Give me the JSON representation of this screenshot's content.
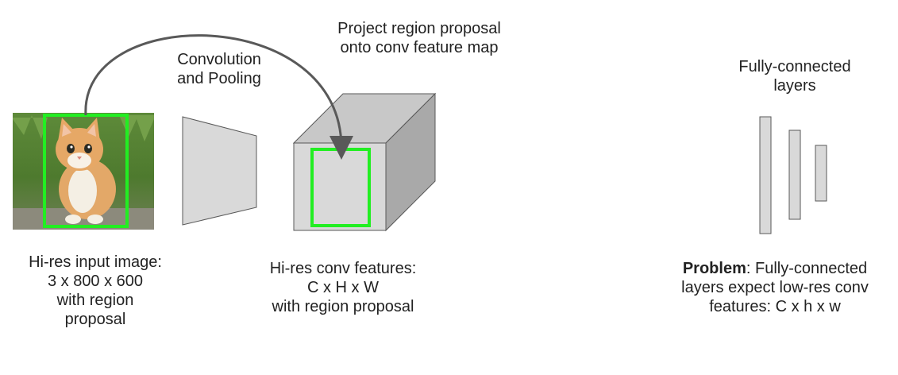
{
  "input_image": {
    "photo_icon": "kitten-photo",
    "caption_lines": [
      "Hi-res input image:",
      "3 x 800 x 600",
      "with region",
      "proposal"
    ]
  },
  "conv_label": {
    "lines": [
      "Convolution",
      "and Pooling"
    ]
  },
  "project_label": {
    "lines": [
      "Project region proposal",
      "onto conv feature map"
    ]
  },
  "features": {
    "caption_lines": [
      "Hi-res conv features:",
      "C x H x W",
      "with region proposal"
    ]
  },
  "fc": {
    "label_lines": [
      "Fully-connected",
      "layers"
    ],
    "problem_bold": "Problem",
    "problem_rest": ": Fully-connected",
    "problem_lines": [
      "layers expect low-res conv",
      "features: C x h x w"
    ]
  },
  "colors": {
    "proposal_box": "#22ee22",
    "shape_fill": "#d9d9d9",
    "shape_stroke": "#595959",
    "arrow": "#595959"
  }
}
